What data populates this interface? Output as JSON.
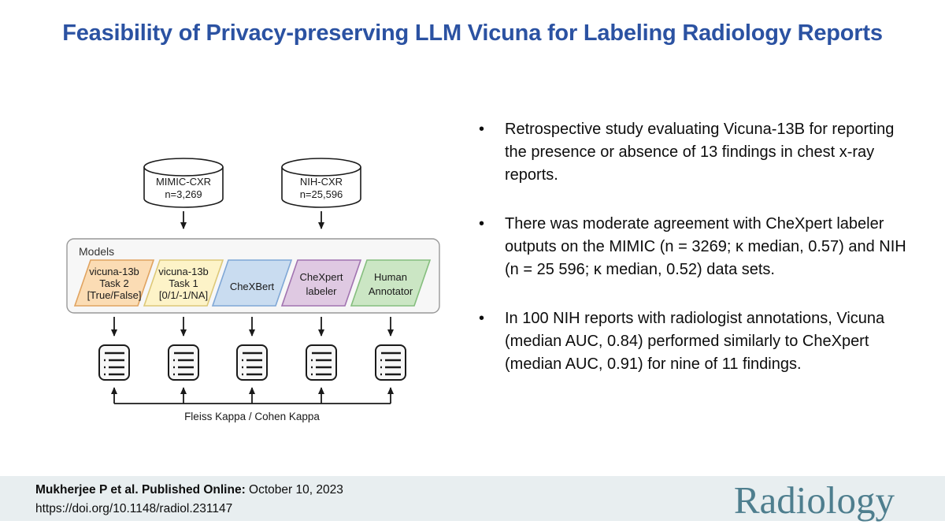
{
  "title": "Feasibility of Privacy-preserving LLM Vicuna for Labeling Radiology Reports",
  "diagram": {
    "datasets": [
      {
        "name": "MIMIC-CXR",
        "count": "n=3,269"
      },
      {
        "name": "NIH-CXR",
        "count": "n=25,596"
      }
    ],
    "models_box_label": "Models",
    "models": [
      {
        "lines": [
          "vicuna-13b",
          "Task 2",
          "[True/False]"
        ],
        "fill": "#fbdcb4",
        "stroke": "#e0a360"
      },
      {
        "lines": [
          "vicuna-13b",
          "Task 1",
          "[0/1/-1/NA]"
        ],
        "fill": "#fdf3c8",
        "stroke": "#ddc878"
      },
      {
        "lines": [
          "CheXBert"
        ],
        "fill": "#c9dcf0",
        "stroke": "#7fa7d6"
      },
      {
        "lines": [
          "CheXpert",
          "labeler"
        ],
        "fill": "#dfc9e2",
        "stroke": "#a173b0"
      },
      {
        "lines": [
          "Human",
          "Annotator"
        ],
        "fill": "#cbe6c4",
        "stroke": "#85be7e"
      }
    ],
    "report_icon": "document-list-icon",
    "kappa_label": "Fleiss Kappa / Cohen Kappa"
  },
  "bullets": [
    {
      "text": "Retrospective study evaluating Vicuna-13B for reporting the presence or absence of 13 findings in chest x-ray reports."
    },
    {
      "text": "There was moderate agreement with CheXpert labeler outputs on the MIMIC (n = 3269; κ median, 0.57) and NIH (n = 25 596; κ median, 0.52) data sets."
    },
    {
      "text": "In 100 NIH reports with radiologist annotations, Vicuna (median AUC, 0.84) performed similarly to CheXpert (median AUC, 0.91) for nine of 11 findings."
    }
  ],
  "footer": {
    "citation_bold": "Mukherjee P et al. Published Online:",
    "citation_date": " October 10, 2023",
    "doi": "https://doi.org/10.1148/radiol.231147",
    "journal": "Radiology"
  },
  "colors": {
    "title_blue": "#2b52a2",
    "footer_bar": "#e8eef0",
    "journal_teal": "#4e7e8e",
    "diagram_outline": "#1a1a1a",
    "models_box_fill": "#f7f7f7",
    "models_box_stroke": "#999999"
  }
}
